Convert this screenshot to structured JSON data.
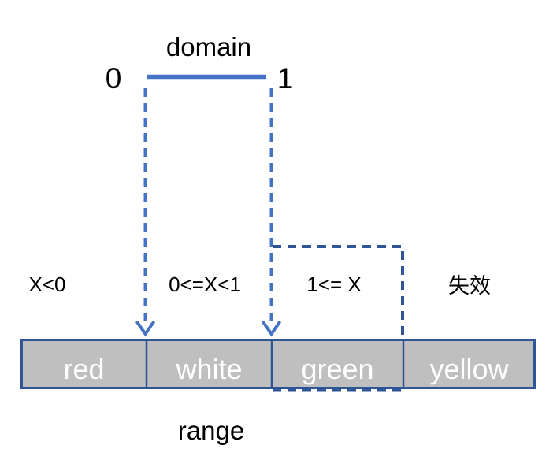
{
  "diagram": {
    "title": "domain",
    "bottom_label": "range",
    "ticks": {
      "start": "0",
      "end": "1"
    },
    "conditions": {
      "below": "X<0",
      "within": "0<=X<1",
      "above": "1<= X",
      "invalid": "失效"
    },
    "cells": [
      {
        "label": "red"
      },
      {
        "label": "white"
      },
      {
        "label": "green"
      },
      {
        "label": "yellow"
      }
    ],
    "colors": {
      "accent": "#4472C4",
      "outline": "#2F5597",
      "cell_fill": "#BFBFBF",
      "cell_text": "#FFFFFF",
      "label_text": "#000000"
    }
  }
}
